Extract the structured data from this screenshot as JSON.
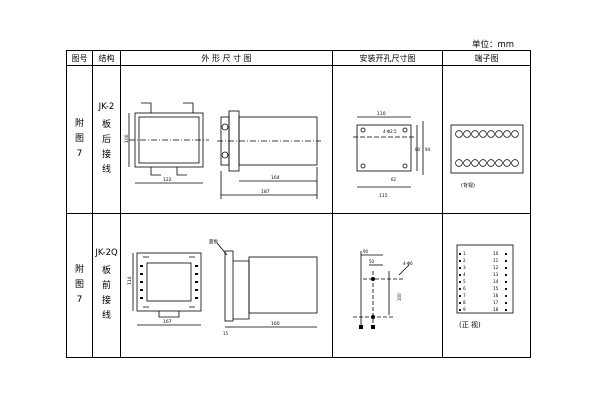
{
  "unit_label": "单位：mm",
  "headers": {
    "figure_no": "图号",
    "structure": "结构",
    "outline": "外 形 尺 寸 图",
    "mounting": "安装开孔尺寸图",
    "terminal": "端子图"
  },
  "rows": [
    {
      "figure_chars": [
        "附",
        "图",
        "7"
      ],
      "model": "JK-2",
      "structure_chars": [
        "板",
        "后",
        "接",
        "线"
      ],
      "outline_dims": {
        "height": "100",
        "width": "122",
        "depth_body": "164",
        "depth_total": "187"
      },
      "mount_dims": {
        "width": "110",
        "hole": "4-Φ2.5",
        "h_inner": "80",
        "h_outer": "94",
        "gap": "62",
        "span": "115"
      },
      "terminal_note": "(背视)"
    },
    {
      "figure_chars": [
        "附",
        "图",
        "7"
      ],
      "model": "JK-2Q",
      "structure_chars": [
        "板",
        "前",
        "接",
        "线"
      ],
      "outline_dims": {
        "height": "114",
        "width": "167",
        "panel_label": "面板",
        "offset": "15",
        "depth": "160"
      },
      "mount_dims": {
        "a": "90",
        "b": "50",
        "hole": "4-Φ6",
        "h": "100"
      },
      "terminal_left": [
        "1",
        "2",
        "3",
        "4",
        "5",
        "6",
        "7",
        "8",
        "9"
      ],
      "terminal_right": [
        "10",
        "11",
        "12",
        "13",
        "14",
        "15",
        "16",
        "17",
        "18"
      ],
      "terminal_note": "(正 视)"
    }
  ]
}
